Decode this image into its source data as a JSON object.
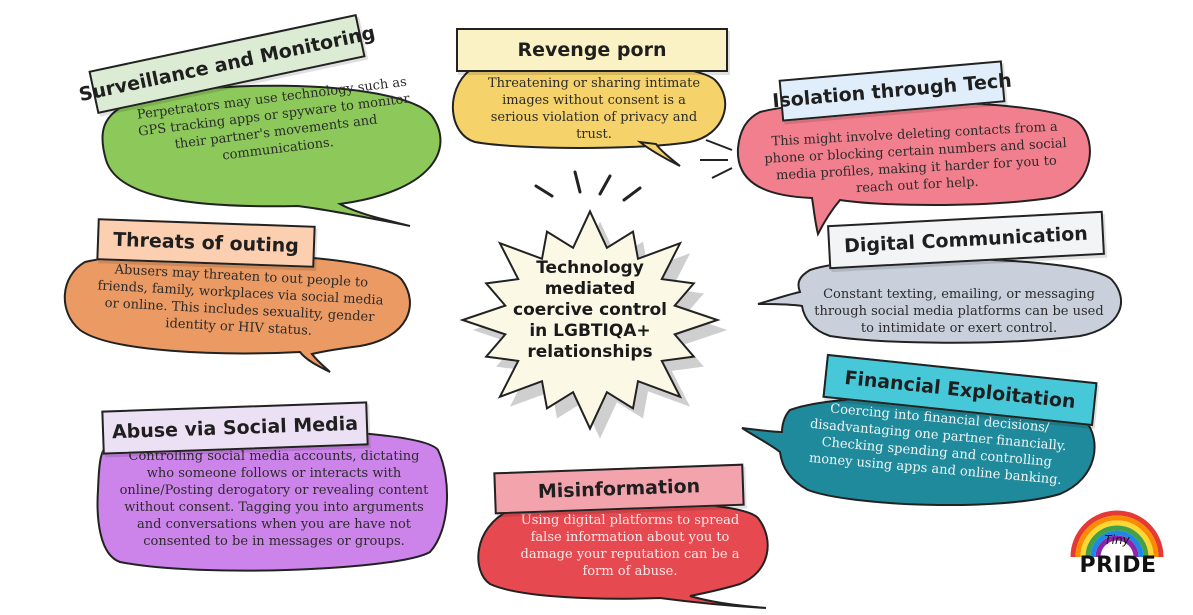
{
  "center": {
    "lines": [
      "Technology",
      "mediated",
      "coercive control",
      "in LGBTIQA+",
      "relationships"
    ]
  },
  "cards": {
    "surveillance": {
      "title": "Surveillance and Monitoring",
      "text": "Perpetrators may use technology such as GPS tracking apps or spyware to monitor their partner's movements and communications.",
      "bubble_color": "#8dc95a",
      "label_color": "#dcebd3"
    },
    "revenge": {
      "title": "Revenge porn",
      "text": "Threatening or sharing intimate images without consent is a serious violation of privacy and trust.",
      "bubble_color": "#f6d36a",
      "label_color": "#faf2c4"
    },
    "isolation": {
      "title": "Isolation through Tech",
      "text": "This might involve deleting contacts from a phone or blocking certain numbers and social media profiles, making it harder for you to reach out for help.",
      "bubble_color": "#f27f8d",
      "label_color": "#dfeefa"
    },
    "outing": {
      "title": "Threats of outing",
      "text": "Abusers may threaten to out people to friends, family, workplaces via social media or online. This includes sexuality, gender identity or HIV status.",
      "bubble_color": "#eb9a63",
      "label_color": "#fbcfb0"
    },
    "digital": {
      "title": "Digital Communication",
      "text": "Constant texting, emailing, or messaging through social media platforms can be used to intimidate or exert control.",
      "bubble_color": "#c9d0dc",
      "label_color": "#f3f4f6"
    },
    "financial": {
      "title": "Financial Exploitation",
      "text": "Coercing into financial decisions/ disadvantaging one partner financially. Checking spending and controlling money using apps and online banking.",
      "bubble_color": "#1f8a9b",
      "label_color": "#46c8d8"
    },
    "social": {
      "title": "Abuse via Social Media",
      "text": "Controlling social media accounts, dictating who someone follows or interacts with online/Posting derogatory or revealing content without consent. Tagging you into arguments and conversations when you are have not consented to be in messages or groups.",
      "bubble_color": "#cd84ea",
      "label_color": "#ece0f4"
    },
    "misinfo": {
      "title": "Misinformation",
      "text": "Using digital platforms to spread false information about you to damage your reputation can be a form of abuse.",
      "bubble_color": "#e6494f",
      "label_color": "#f3a3ac"
    }
  },
  "logo": {
    "word": "PRIDE",
    "tiny": "Tiny",
    "rainbow": [
      "#e53935",
      "#fb8c00",
      "#fdd835",
      "#43a047",
      "#1e88e5",
      "#8e24aa"
    ]
  }
}
